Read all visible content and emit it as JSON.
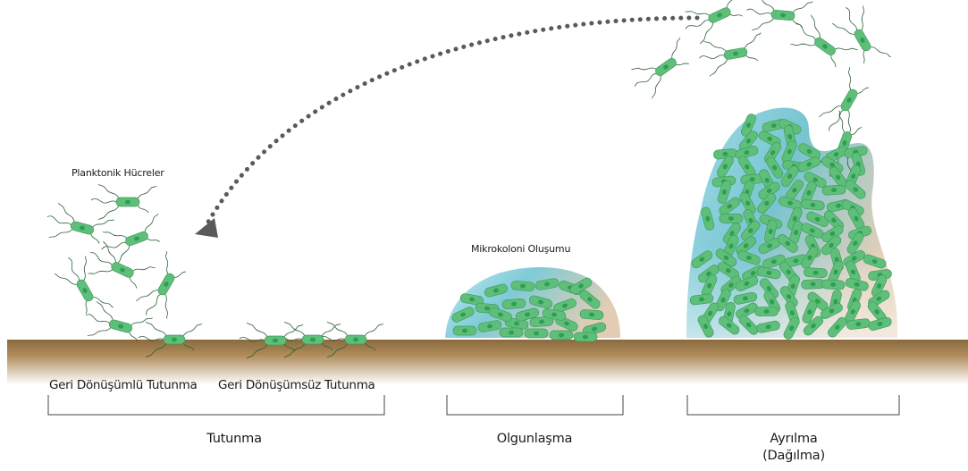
{
  "labels": {
    "planktonic": "Planktonik Hücreler",
    "microcolony": "Mikrokoloni Oluşumu",
    "reversible": "Geri Dönüşümlü Tutunma",
    "irreversible": "Geri Dönüşümsüz Tutunma"
  },
  "stages": {
    "attachment": "Tutunma",
    "maturation": "Olgunlaşma",
    "dispersal_line1": "Ayrılma",
    "dispersal_line2": "(Dağılma)"
  },
  "colors": {
    "cell_body": "#5fbf7a",
    "cell_core": "#2e9e52",
    "flagella": "#2f5f3a",
    "surface_top": "#8a6a3e",
    "matrix_blue": "#7fd0e0",
    "matrix_tan": "#d9c6b0",
    "arrow": "#555555"
  }
}
